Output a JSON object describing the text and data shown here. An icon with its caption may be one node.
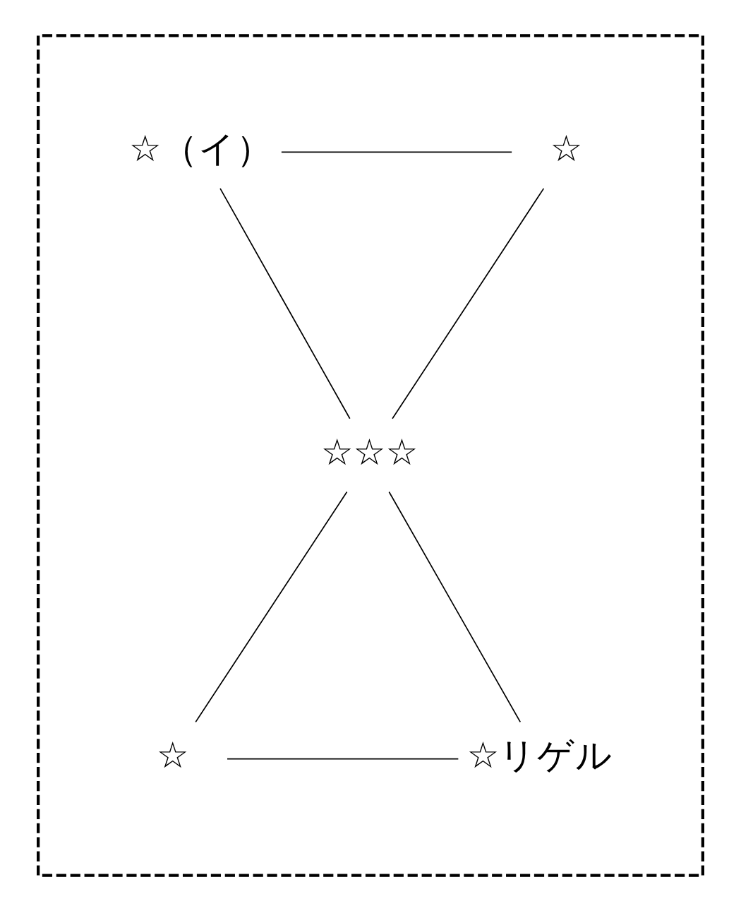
{
  "diagram": {
    "nodes": [
      {
        "text": [],
        "shape": "box"
      },
      {
        "text": [
          "☆（イ）"
        ],
        "in": 0
      },
      {
        "text": [
          "☆"
        ],
        "in": 0
      },
      {
        "text": [
          "☆☆☆"
        ],
        "in": 0
      },
      {
        "text": [
          "☆"
        ],
        "in": 0
      },
      {
        "text": [
          "☆リゲル"
        ],
        "in": 0
      }
    ],
    "edges": [
      {
        "from": 1,
        "to": 2,
        "arrow": "none"
      },
      {
        "from": 1,
        "to": 3,
        "arrow": "none"
      },
      {
        "from": 2,
        "to": 3,
        "arrow": "none"
      },
      {
        "from": 3,
        "to": 4,
        "arrow": "none"
      },
      {
        "from": 3,
        "to": 5,
        "arrow": "none"
      },
      {
        "from": 4,
        "to": 5,
        "arrow": "none"
      }
    ]
  }
}
